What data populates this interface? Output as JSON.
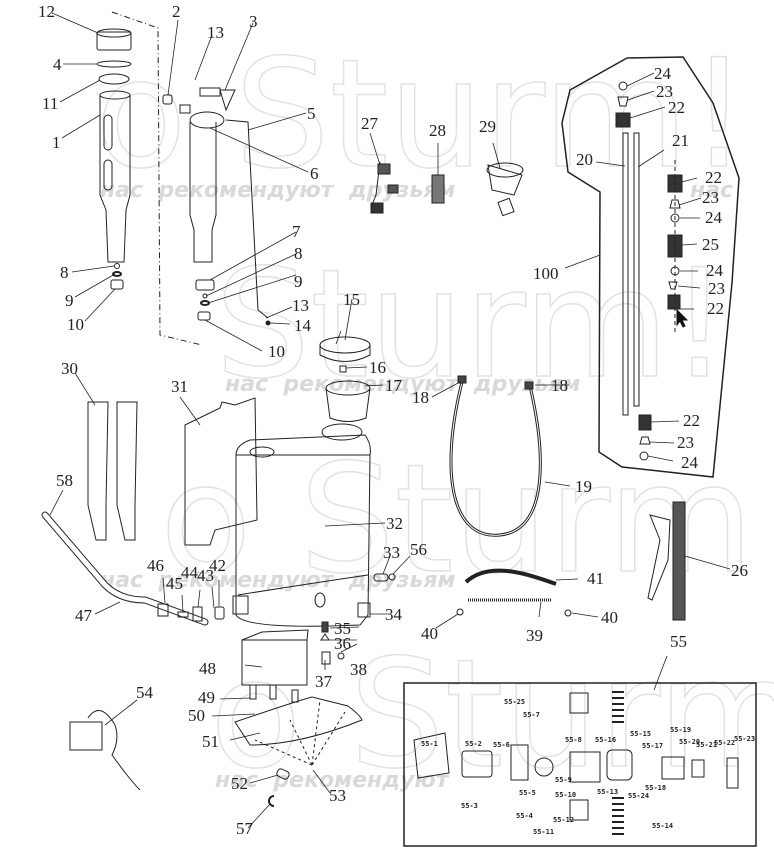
{
  "diagram": {
    "title": "Exploded parts diagram — electric knapsack sprayer",
    "watermark": {
      "brand": "Sturm!",
      "slogan_words": [
        "нас",
        "рекомендуют",
        "друзьям"
      ]
    },
    "callouts": {
      "c1": "1",
      "c2": "2",
      "c3": "3",
      "c4": "4",
      "c5": "5",
      "c6": "6",
      "c7": "7",
      "c8a": "8",
      "c8b": "8",
      "c9a": "9",
      "c9b": "9",
      "c10a": "10",
      "c10b": "10",
      "c11": "11",
      "c12": "12",
      "c13a": "13",
      "c13b": "13",
      "c14": "14",
      "c15": "15",
      "c16": "16",
      "c17": "17",
      "c18a": "18",
      "c18b": "18",
      "c19": "19",
      "c20": "20",
      "c21": "21",
      "c22a": "22",
      "c22b": "22",
      "c22c": "22",
      "c22d": "22",
      "c23a": "23",
      "c23b": "23",
      "c23c": "23",
      "c23d": "23",
      "c24a": "24",
      "c24b": "24",
      "c24c": "24",
      "c24d": "24",
      "c25": "25",
      "c26": "26",
      "c27": "27",
      "c28": "28",
      "c29": "29",
      "c30": "30",
      "c31": "31",
      "c32": "32",
      "c33": "33",
      "c34": "34",
      "c35": "35",
      "c36": "36",
      "c37": "37",
      "c38": "38",
      "c39": "39",
      "c40a": "40",
      "c40b": "40",
      "c41": "41",
      "c42": "42",
      "c43": "43",
      "c44": "44",
      "c45": "45",
      "c46": "46",
      "c47": "47",
      "c48": "48",
      "c49": "49",
      "c50": "50",
      "c51": "51",
      "c52": "52",
      "c53": "53",
      "c54": "54",
      "c55": "55",
      "c56": "56",
      "c57": "57",
      "c58": "58",
      "c100": "100"
    },
    "pump_inset": {
      "labels": {
        "p1": "55-1",
        "p2": "55-2",
        "p3": "55-3",
        "p4": "55-4",
        "p5": "55-5",
        "p6": "55-6",
        "p7": "55-7",
        "p8": "55-8",
        "p9": "55-9",
        "p10": "55-10",
        "p11": "55-11",
        "p12": "55-12",
        "p13": "55-13",
        "p14": "55-14",
        "p15": "55-15",
        "p16": "55-16",
        "p17": "55-17",
        "p18": "55-18",
        "p19": "55-19",
        "p20": "55-20",
        "p21": "55-21",
        "p22": "55-22",
        "p23": "55-23",
        "p24": "55-24",
        "p25": "55-25"
      }
    }
  }
}
